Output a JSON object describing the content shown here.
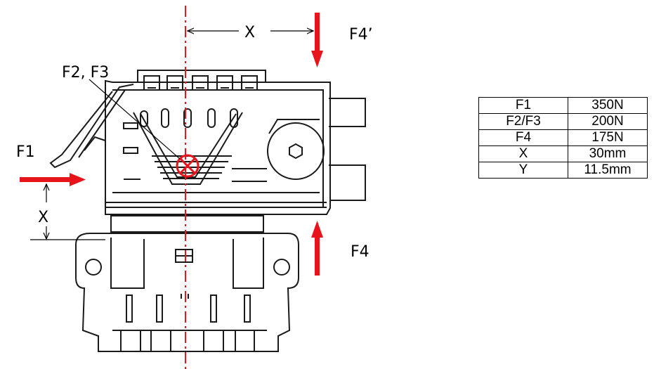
{
  "labels": {
    "f1": "F1",
    "f2_f3": "F2, F3",
    "f4": "F4",
    "f4_prime": "F4’",
    "x_top": "X",
    "x_left": "X"
  },
  "colors": {
    "force_arrow": "#e8141b",
    "centerline": "#e8141b",
    "outline": "#1a1a1a"
  },
  "spec_table": [
    {
      "name": "F1",
      "value": "350N"
    },
    {
      "name": "F2/F3",
      "value": "200N"
    },
    {
      "name": "F4",
      "value": "175N"
    },
    {
      "name": "X",
      "value": "30mm"
    },
    {
      "name": "Y",
      "value": "11.5mm"
    }
  ]
}
